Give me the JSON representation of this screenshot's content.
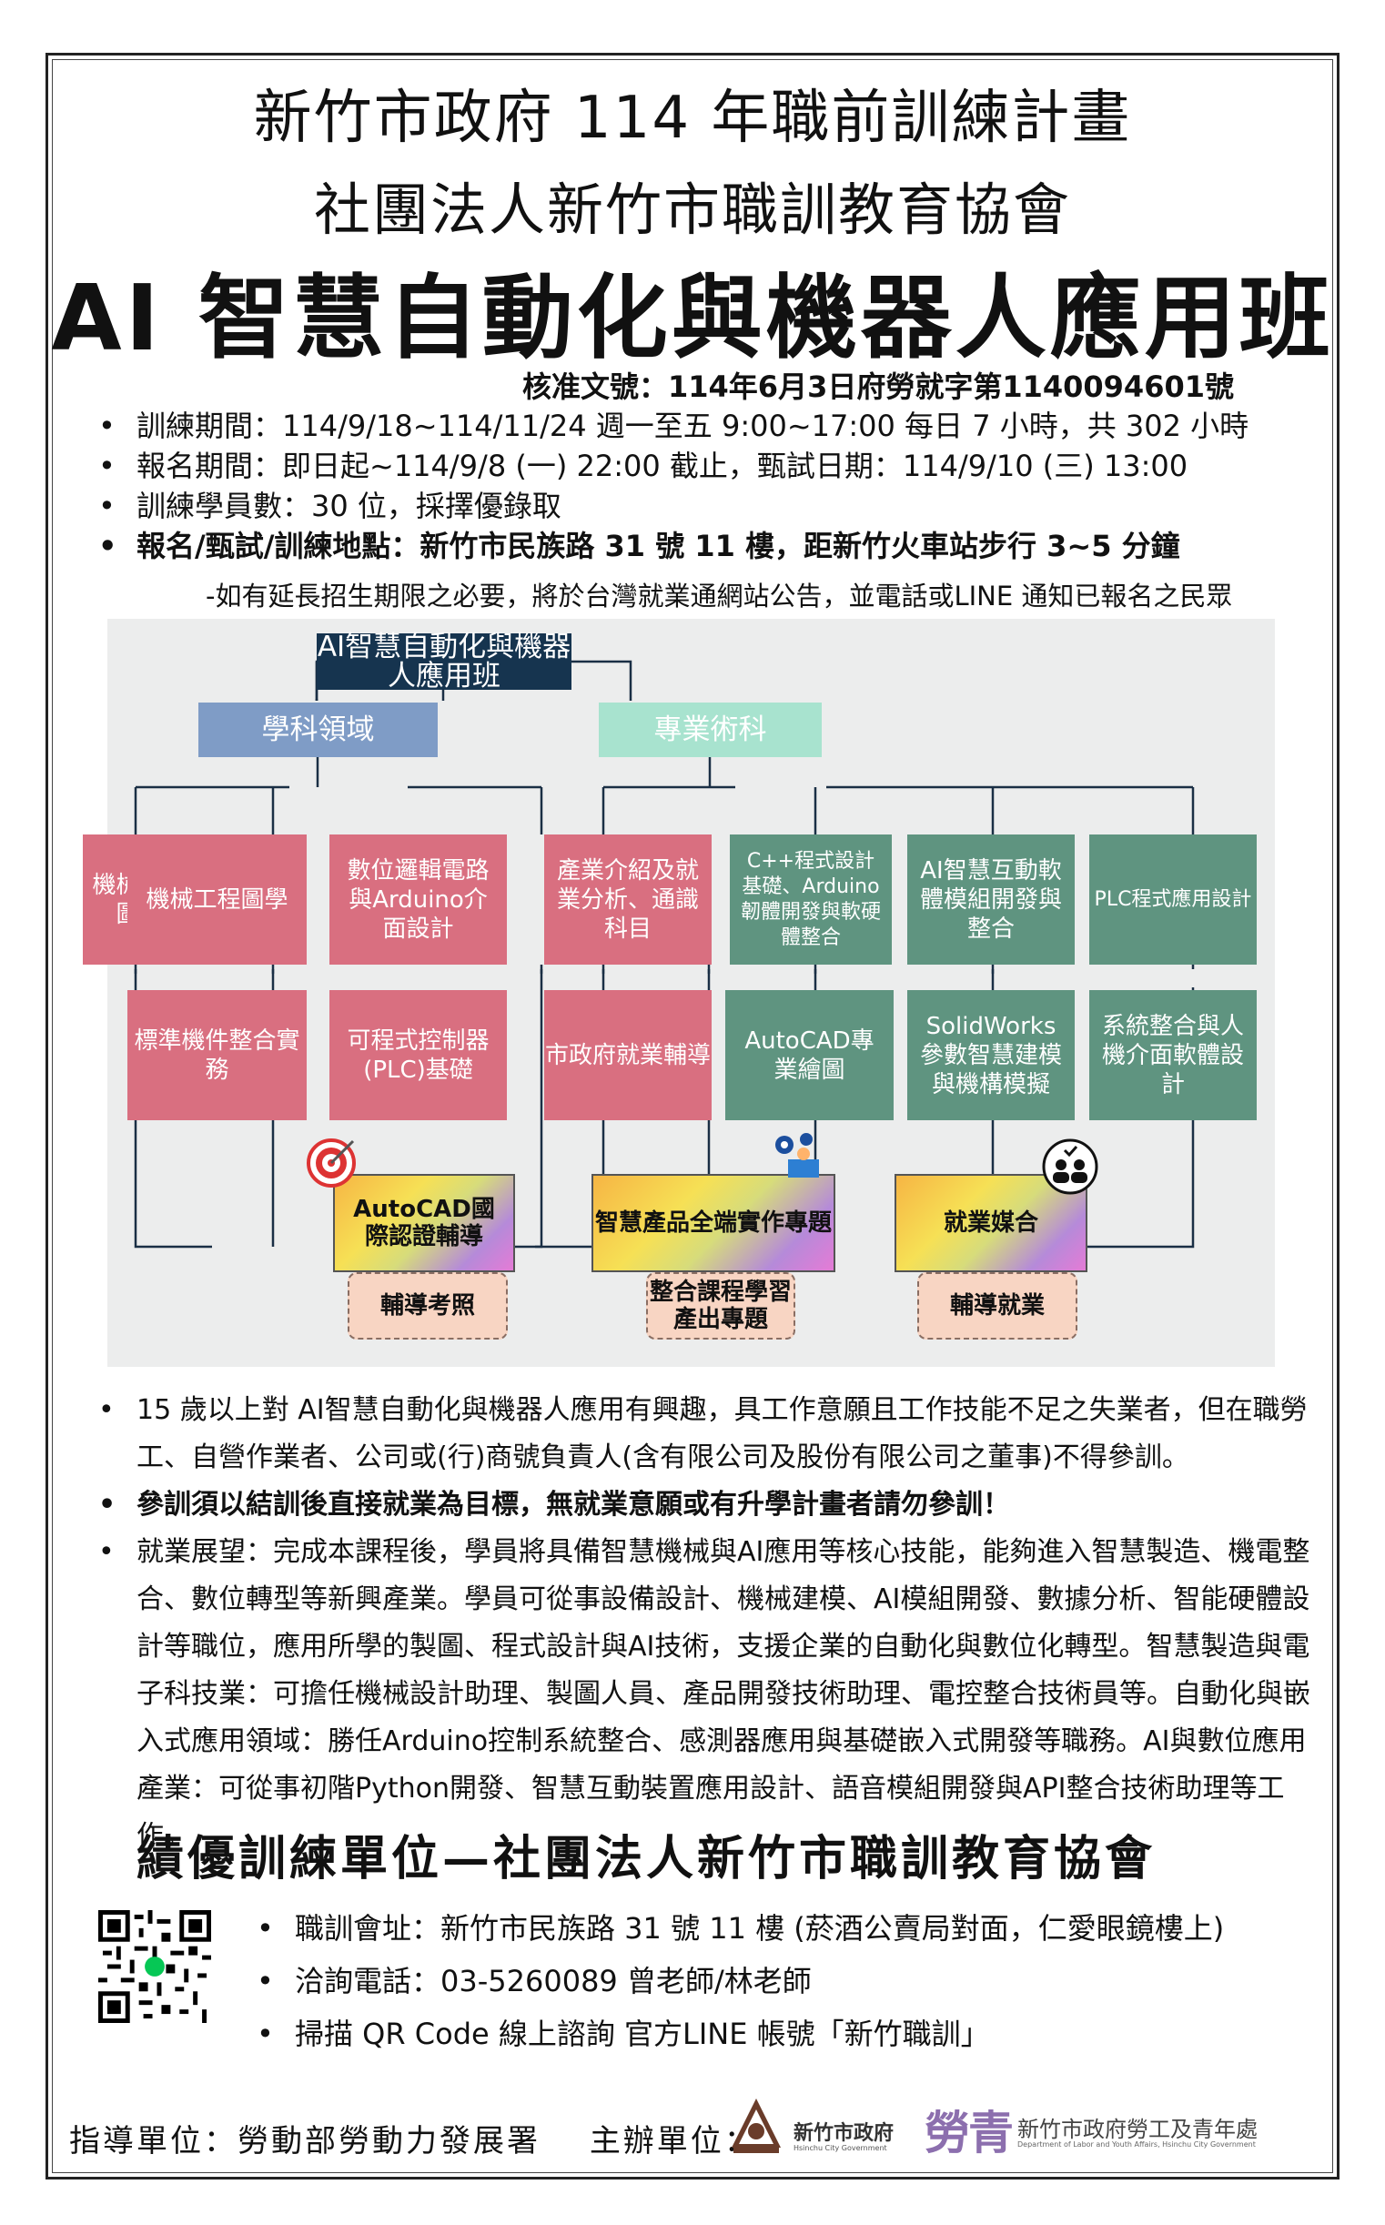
{
  "header": {
    "line1": "新竹市政府 114 年職前訓練計畫",
    "line2": "社團法人新竹市職訓教育協會",
    "course_title": "AI 智慧自動化與機器人應用班",
    "approval": "核准文號：114年6月3日府勞就字第1140094601號"
  },
  "info": [
    "訓練期間：114/9/18~114/11/24 週一至五 9:00~17:00 每日 7 小時，共 302 小時",
    "報名期間：即日起~114/9/8 (一) 22:00 截止，甄試日期：114/9/10 (三) 13:00",
    "訓練學員數：30 位，採擇優錄取",
    "報名/甄試/訓練地點：新竹市民族路 31 號 11 樓，距新竹火車站步行 3~5 分鐘"
  ],
  "note": "-如有延長招生期限之必要，將於台灣就業通網站公告，並電話或LINE 通知已報名之民眾",
  "diagram": {
    "root": "AI智慧自動化與機器人應用班",
    "left_category": "學科領域",
    "right_category": "專業術科",
    "left_row1": [
      "機械工程圖學",
      "數位邏輯電路與Arduino介面設計",
      "產業介紹及就業分析、通識科目"
    ],
    "left_row2": [
      "標準機件整合實務",
      "可程式控制器(PLC)基礎",
      "市政府就業輔導"
    ],
    "right_row1": [
      "C++程式設計基礎、Arduino韌體開發與軟硬體整合",
      "AI智慧互動軟體模組開發與整合",
      "PLC程式應用設計"
    ],
    "right_row2": [
      "AutoCAD專業繪圖",
      "SolidWorks參數智慧建模與機構模擬",
      "系統整合與人機介面軟體設計"
    ],
    "outcomes": [
      "AutoCAD國際認證輔導",
      "智慧產品全端實作專題",
      "就業媒合"
    ],
    "results": [
      "輔導考照",
      "整合課程學習產出專題",
      "輔導就業"
    ]
  },
  "desc": [
    "15 歲以上對 AI智慧自動化與機器人應用有興趣，具工作意願且工作技能不足之失業者，但在職勞工、自營作業者、公司或(行)商號負責人(含有限公司及股份有限公司之董事)不得參訓。",
    "參訓須以結訓後直接就業為目標，無就業意願或有升學計畫者請勿參訓！",
    "就業展望：完成本課程後，學員將具備智慧機械與AI應用等核心技能，能夠進入智慧製造、機電整合、數位轉型等新興產業。學員可從事設備設計、機械建模、AI模組開發、數據分析、智能硬體設計等職位，應用所學的製圖、程式設計與AI技術，支援企業的自動化與數位化轉型。智慧製造與電子科技業：可擔任機械設計助理、製圖人員、產品開發技術助理、電控整合技術員等。自動化與嵌入式應用領域：勝任Arduino控制系統整合、感測器應用與基礎嵌入式開發等職務。AI與數位應用產業：可從事初階Python開發、智慧互動裝置應用設計、語音模組開發與API整合技術助理等工作。"
  ],
  "award": "績優訓練單位—社團法人新竹市職訓教育協會",
  "contact": [
    "職訓會址：新竹市民族路 31 號 11 樓 (菸酒公賣局對面，仁愛眼鏡樓上)",
    "洽詢電話：03-5260089 曾老師/林老師",
    "掃描 QR Code 線上諮詢 官方LINE 帳號「新竹職訓」"
  ],
  "footer": {
    "guide": "指導單位：勞動部勞動力發展署",
    "host": "主辦單位：",
    "gov_name": "新竹市政府",
    "gov_en": "Hsinchu City Government",
    "labor_logo": "勞青",
    "labor_name": "新竹市政府勞工及青年處",
    "labor_en": "Department of Labor and Youth Affairs, Hsinchu City Government"
  },
  "colors": {
    "pink": "#d96f80",
    "green": "#5f9480",
    "navy": "#16344f",
    "blue": "#7f9cc6",
    "mint": "#a8e3cf",
    "peach": "#f8d5c3"
  }
}
